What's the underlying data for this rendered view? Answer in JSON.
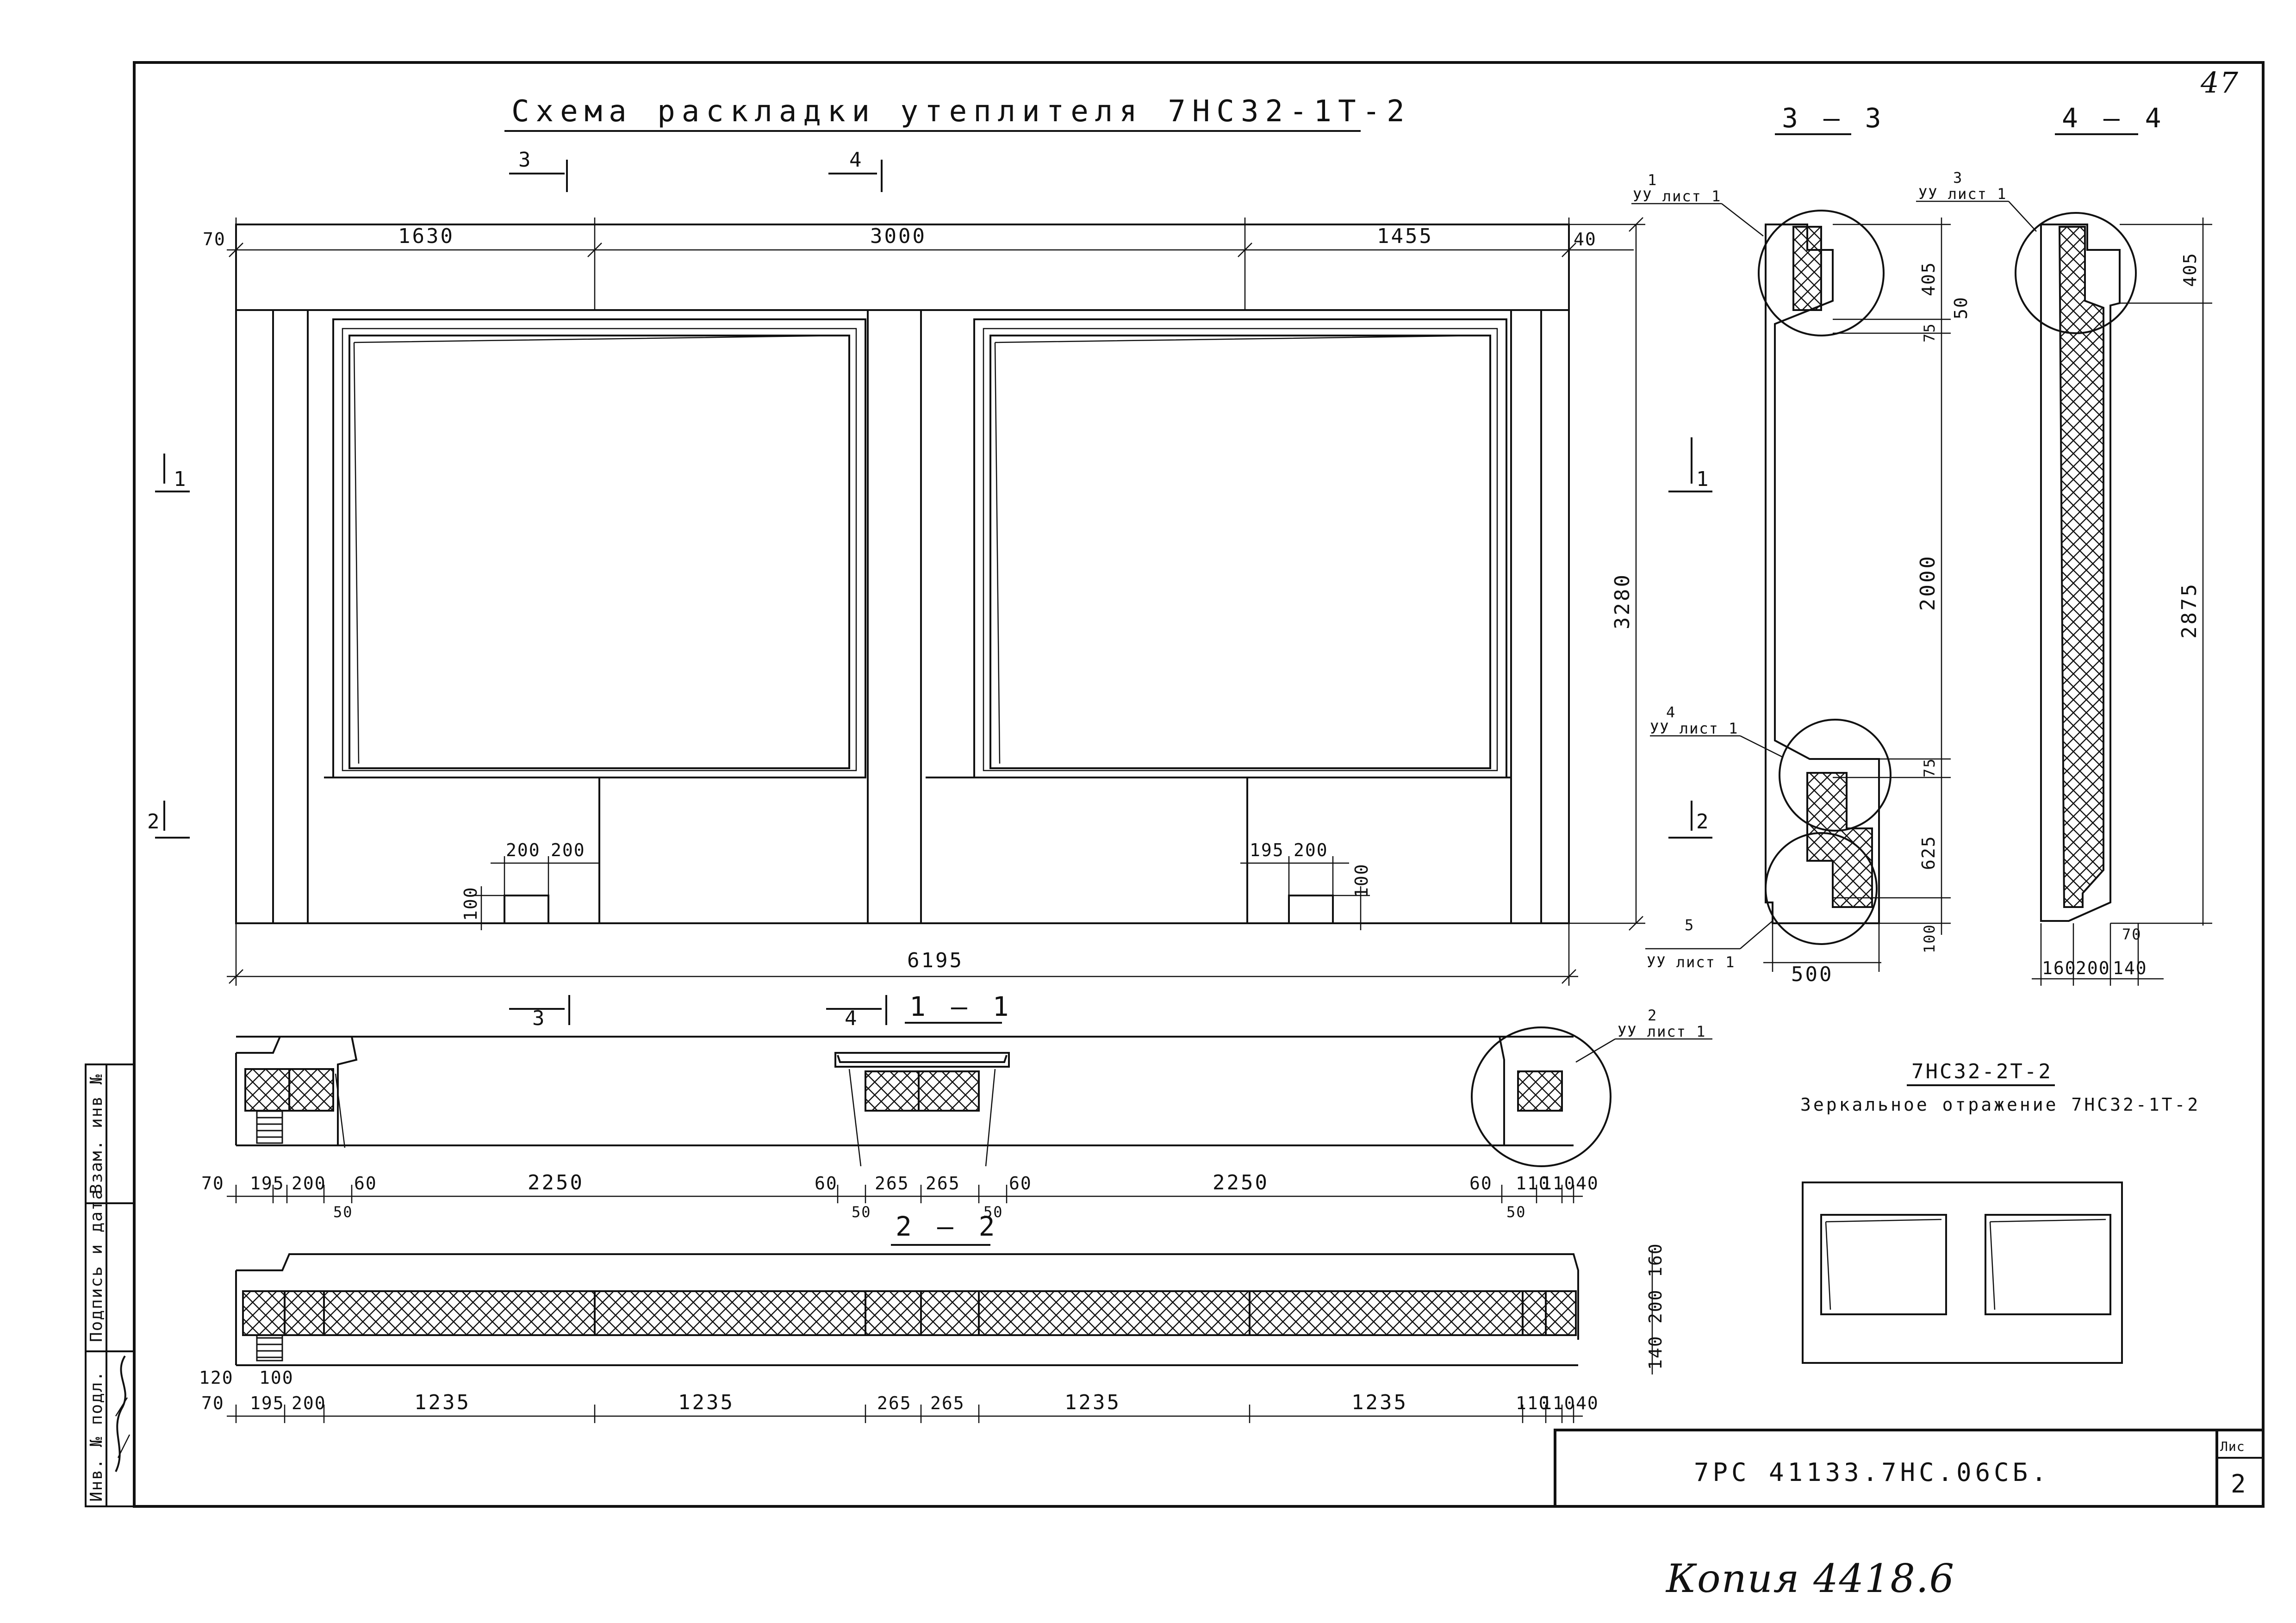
{
  "page_number": "47",
  "title": "Схема раскладки утеплителя 7НС32-1Т-2",
  "stamp": {
    "document_code": "7РС 41133.7НС.06СБ.",
    "sheet_label": "Лис",
    "sheet_number": "2"
  },
  "side_labels": [
    "Инв. № подл.",
    "Подпись и дата",
    "Взам. инв №"
  ],
  "handwritten_number": "Копия 4418.6",
  "elevation": {
    "top_dims": [
      "70",
      "1630",
      "3000",
      "1455",
      "40"
    ],
    "height_dim": "3280",
    "bottom_dim": "6195",
    "left_opening_dims": [
      "200",
      "200",
      "100"
    ],
    "right_opening_dims": [
      "195",
      "200",
      "100"
    ]
  },
  "section_marks": {
    "s3": "3",
    "s4": "4",
    "s1": "1",
    "s2": "2"
  },
  "section_1_1": {
    "label": "1 – 1",
    "dims": [
      "70",
      "195",
      "200",
      "60",
      "2250",
      "60",
      "265",
      "265",
      "60",
      "2250",
      "60",
      "110",
      "110",
      "40"
    ],
    "small_dims": [
      "50",
      "50",
      "50",
      "50"
    ],
    "callout_num": "2",
    "callout_ref": "УУ лист 1"
  },
  "section_2_2": {
    "label": "2 – 2",
    "dims": [
      "70",
      "195",
      "200",
      "1235",
      "1235",
      "265",
      "265",
      "1235",
      "1235",
      "110",
      "110",
      "40"
    ],
    "left_dims": [
      "120",
      "100"
    ],
    "right_dims": [
      "140",
      "200",
      "160"
    ]
  },
  "section_3_3": {
    "label": "3 – 3",
    "dims": [
      "405",
      "50",
      "75",
      "2000",
      "75",
      "625",
      "100"
    ],
    "width_dim": "500",
    "callouts": [
      {
        "num": "1",
        "ref": "УУ лист 1"
      },
      {
        "num": "4",
        "ref": "УУ лист 1"
      },
      {
        "num": "5",
        "ref": "УУ лист 1"
      }
    ]
  },
  "section_4_4": {
    "label": "4 – 4",
    "dims": [
      "405",
      "2875"
    ],
    "bottom_dims": [
      "160",
      "200",
      "140"
    ],
    "small_dim": "70",
    "callout_num": "3",
    "callout_ref": "УУ лист 1"
  },
  "mirror": {
    "name": "7НС32-2Т-2",
    "note": "Зеркальное отражение 7НС32-1Т-2"
  }
}
